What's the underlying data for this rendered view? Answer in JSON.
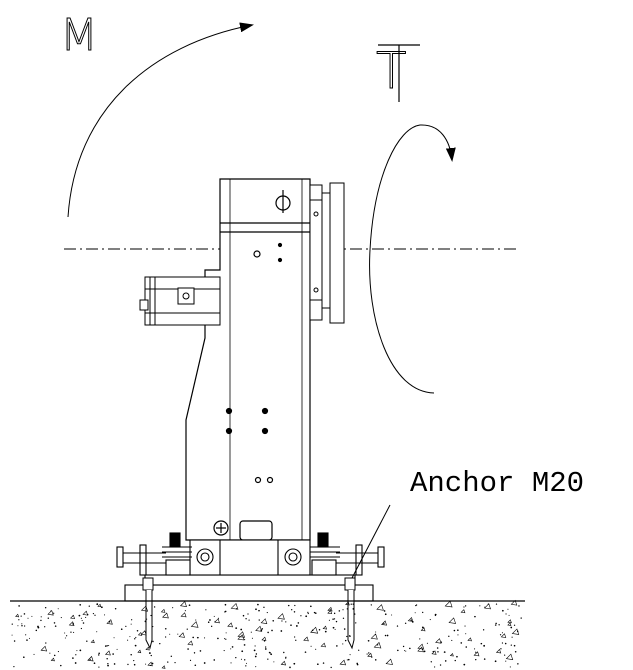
{
  "labels": {
    "moment": "M",
    "torque": "T",
    "anchor": "Anchor M20"
  },
  "colors": {
    "line": "#000000",
    "background": "#ffffff",
    "ground_dots": "#000000"
  }
}
